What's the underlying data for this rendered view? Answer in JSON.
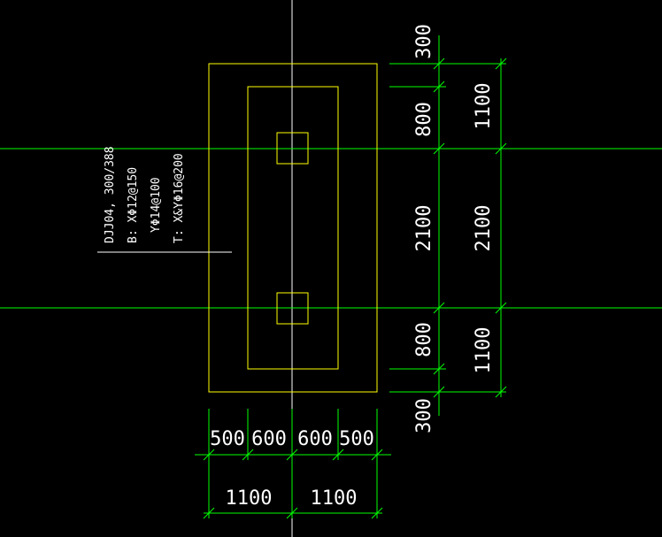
{
  "colors": {
    "background": "#000000",
    "outline": "#ffff00",
    "dimension": "#00ff00",
    "axis": "#ffffff",
    "text": "#ffffff"
  },
  "annotation": {
    "line1": "DJJ04, 300/388",
    "line2": "B: XΦ12@150",
    "line3": "YΦ14@100",
    "line4": "T: X&YΦ16@200"
  },
  "dims": {
    "right_inner": [
      "300",
      "800",
      "2100",
      "800",
      "300"
    ],
    "right_outer": [
      "1100",
      "2100",
      "1100"
    ],
    "bottom_inner": [
      "500",
      "600",
      "600",
      "500"
    ],
    "bottom_outer": [
      "1100",
      "1100"
    ]
  }
}
